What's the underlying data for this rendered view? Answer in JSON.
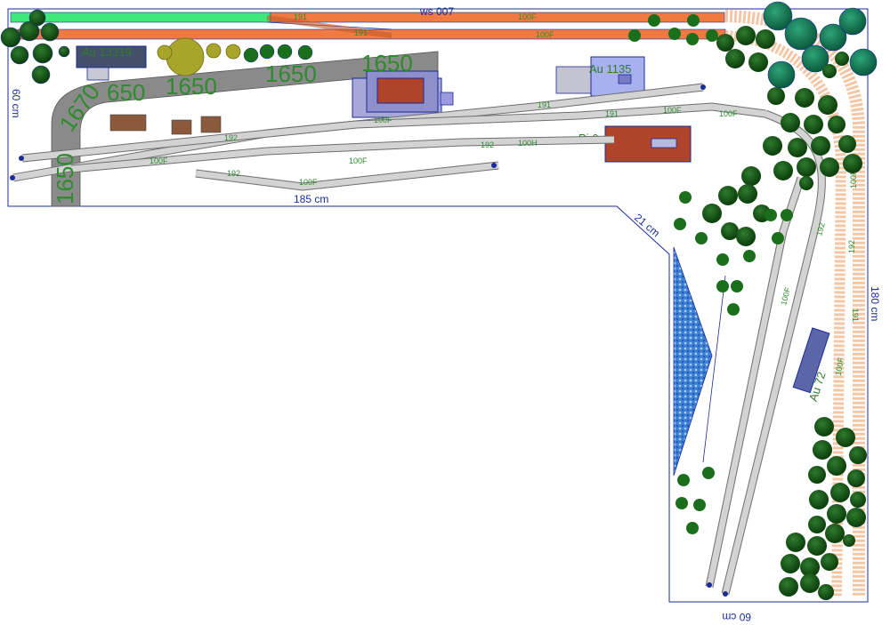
{
  "dimensions": {
    "left_side": "60 cm",
    "bottom_left": "185 cm",
    "diagonal": "21 cm",
    "right_side": "180 cm",
    "bottom_right": "60 cm",
    "top": "ws 007"
  },
  "buildings": {
    "au_13319": "Au 13319",
    "au_1135": "Au 1135",
    "pi_6": "Pi 6",
    "au_72": "Au 72"
  },
  "track_codes": {
    "c191": "191",
    "c192": "192",
    "c100f": "100F",
    "c100h": "100H",
    "c1650": "1650",
    "c1670": "1670",
    "c650": "650"
  }
}
